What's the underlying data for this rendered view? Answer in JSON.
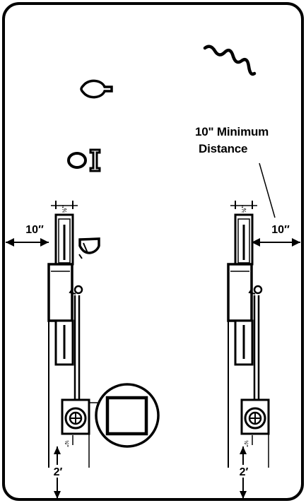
{
  "annotation": {
    "line1": "10\" Minimum",
    "line2": "Distance"
  },
  "dimensions": {
    "left_side_gap": "10″",
    "right_side_gap": "10″",
    "left_floor_gap": "2′",
    "right_floor_gap": "2′",
    "left_top_gap": "½″",
    "right_top_gap": "½″",
    "left_bottom_gap": "½″",
    "right_bottom_gap": "½″"
  },
  "colors": {
    "ink": "#000000",
    "paper": "#ffffff"
  }
}
